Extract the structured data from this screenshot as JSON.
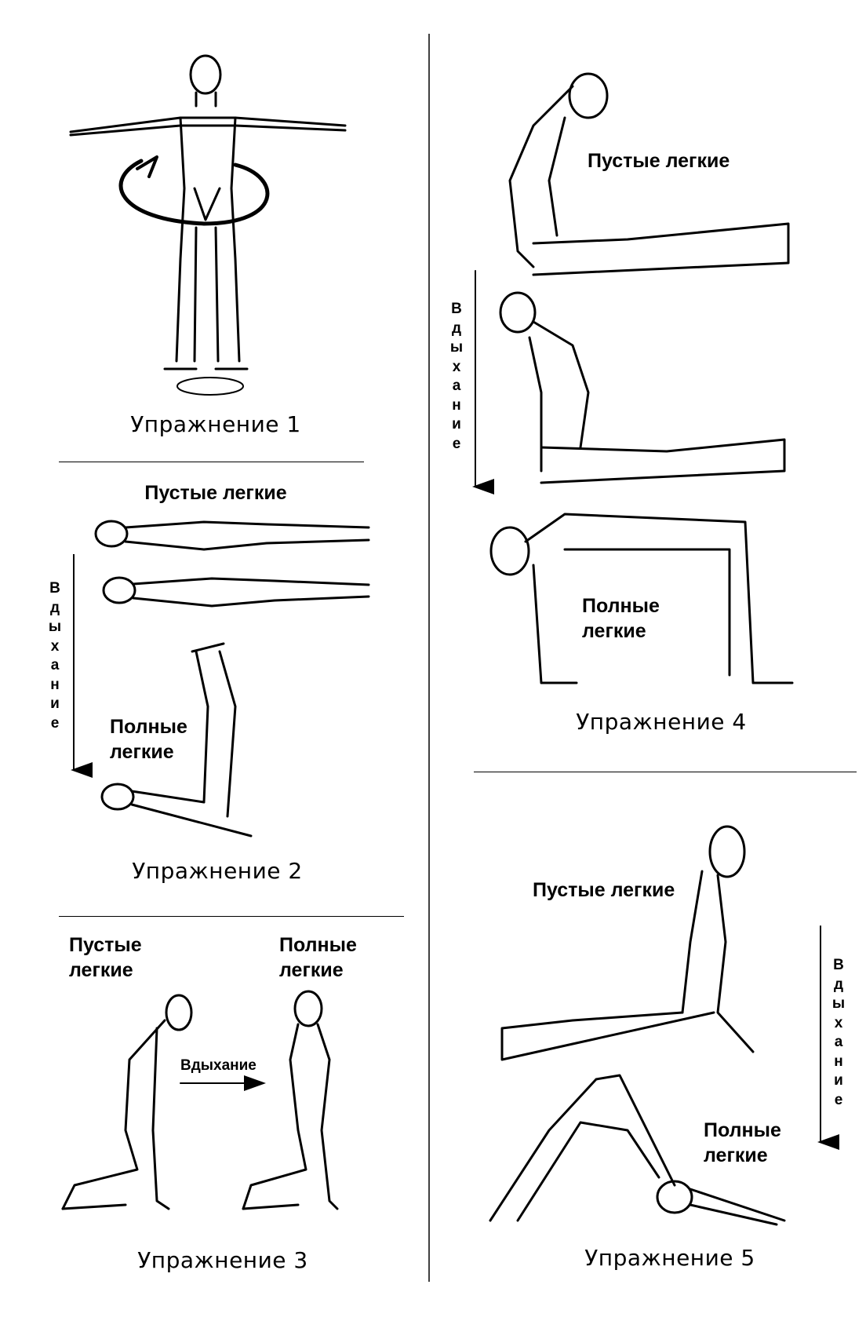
{
  "exercises": [
    {
      "title": "Упражнение 1"
    },
    {
      "title": "Упражнение 2",
      "empty": "Пустые легкие",
      "full_1": "Полные",
      "full_2": "легкие",
      "inhale": "Вдыхание"
    },
    {
      "title": "Упражнение 3",
      "empty_1": "Пустые",
      "empty_2": "легкие",
      "full_1": "Полные",
      "full_2": "легкие",
      "inhale": "Вдыхание"
    },
    {
      "title": "Упражнение 4",
      "empty": "Пустые легкие",
      "full_1": "Полные",
      "full_2": "легкие",
      "inhale": "Вдыхание"
    },
    {
      "title": "Упражнение 5",
      "empty": "Пустые легкие",
      "full_1": "Полные",
      "full_2": "легкие",
      "inhale": "Вдыхание"
    }
  ]
}
